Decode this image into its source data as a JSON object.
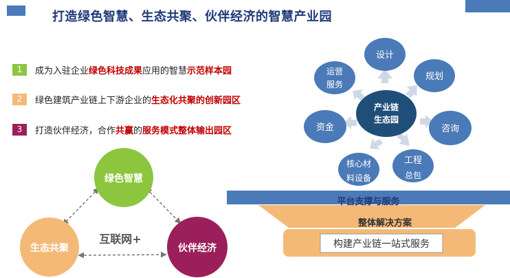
{
  "title": "打造绿色智慧、生态共聚、伙伴经济的智慧产业园",
  "points": [
    {
      "num": "1",
      "color": "#8cc63f",
      "segments": [
        "成为入驻企业",
        "绿色科技成果",
        "应用的智慧",
        "示范样本园",
        ""
      ]
    },
    {
      "num": "2",
      "color": "#f4b977",
      "segments": [
        "绿色建筑产业链上下游企业的",
        "生态化共聚的创新园区",
        "",
        "",
        ""
      ]
    },
    {
      "num": "3",
      "color": "#9b1f5a",
      "segments": [
        "打造伙伴经济，合作",
        "共赢",
        "的",
        "服务模式整体输出园区",
        ""
      ]
    }
  ],
  "triad": {
    "top": "绿色智慧",
    "left": "生态共聚",
    "right": "伙伴经济",
    "center": "互联网+",
    "colors": {
      "top": "#8cc63f",
      "left": "#f4b977",
      "right": "#9b1f5a"
    }
  },
  "cluster": {
    "center": [
      "产业链",
      "生态园"
    ],
    "nodes": [
      {
        "id": "design",
        "lines": [
          "设计"
        ]
      },
      {
        "id": "planning",
        "lines": [
          "规划"
        ]
      },
      {
        "id": "consulting",
        "lines": [
          "咨询"
        ]
      },
      {
        "id": "engineering",
        "lines": [
          "工程",
          "总包"
        ]
      },
      {
        "id": "materials",
        "lines": [
          "核心材",
          "料设备"
        ]
      },
      {
        "id": "funding",
        "lines": [
          "资金"
        ]
      },
      {
        "id": "operations",
        "lines": [
          "运营",
          "服务"
        ]
      }
    ],
    "node_color": "#4a7ab7",
    "center_color": "#1f4e79"
  },
  "platform": {
    "bar_label": "平台支撑与服务",
    "solution_label": "整体解决方案",
    "service_label": "构建产业链一站式服务",
    "bar_color": "#4a7ab7",
    "funnel_color": "#f4b977"
  }
}
